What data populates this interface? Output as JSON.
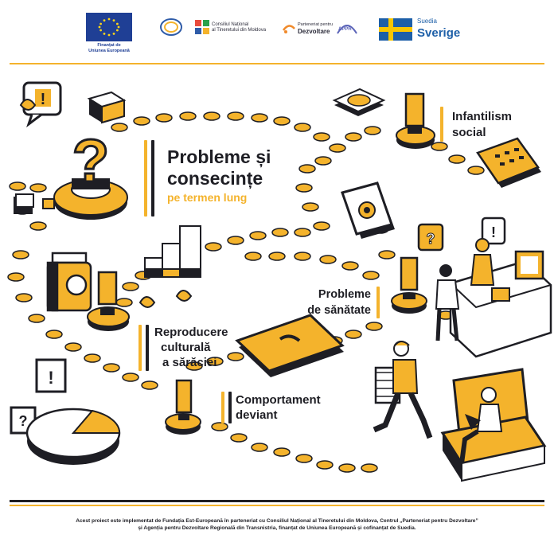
{
  "header": {
    "eu_caption_line1": "Finanțat de",
    "eu_caption_line2": "Uniunea Europeană",
    "cntm_line1": "Consiliul Național",
    "cntm_line2": "al Tineretului din Moldova",
    "ppd_line1": "Parteneriat pentru",
    "ppd_line2": "Dezvoltare",
    "appr_label": "APPR",
    "sweden_small": "Suedia",
    "sweden_large": "Sverige"
  },
  "main": {
    "title_line1": "Probleme și",
    "title_line2": "consecințe",
    "subtitle": "pe termen lung",
    "labels": {
      "infantilism_line1": "Infantilism",
      "infantilism_line2": "social",
      "sanatate_line1": "Probleme",
      "sanatate_line2": "de sănătate",
      "reproducere_line1": "Reproducere",
      "reproducere_line2": "culturală",
      "reproducere_line3": "a sărăciei",
      "comportament_line1": "Comportament",
      "comportament_line2": "deviant"
    },
    "pie_icon_symbol": "!",
    "sign_symbol_1": "!",
    "sign_symbol_2": "?",
    "sign_symbol_3": "!",
    "sign_symbol_4": "?"
  },
  "footer": {
    "line1": "Acest proiect este implementat de Fundația Est-Europeană în parteneriat cu Consiliul Național al Tineretului din Moldova, Centrul „Parteneriat pentru Dezvoltare”",
    "line2": "și Agenția pentru Dezvoltare Regională din Transnistria, finanțat de Uniunea Europeană și cofinanțat de Suedia."
  },
  "colors": {
    "accent": "#f4b32c",
    "dark": "#1e1e24",
    "eu_blue": "#1f3f95",
    "sweden_blue": "#1d5fa8",
    "sweden_yellow": "#f8c600"
  }
}
